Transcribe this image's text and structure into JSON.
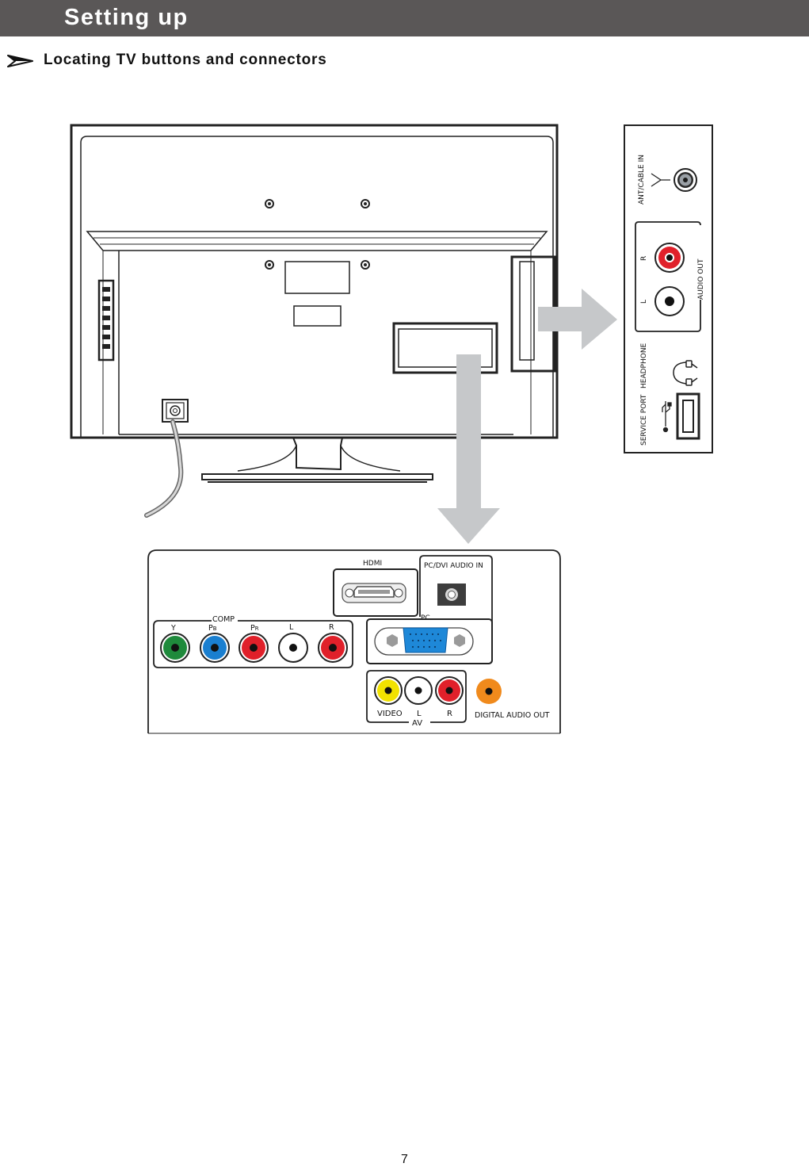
{
  "header": {
    "title": "Setting up"
  },
  "section": {
    "title": "Locating TV buttons and connectors"
  },
  "side_panel": {
    "ant_cable_in": "ANT/CABLE IN",
    "audio_out": "AUDIO OUT",
    "audio_r": "R",
    "audio_l": "L",
    "headphone": "HEADPHONE",
    "service_port": "SERVICE PORT"
  },
  "bottom_panel": {
    "hdmi": "HDMI",
    "pc_dvi_audio_in": "PC/DVI AUDIO IN",
    "pc": "PC",
    "comp": "COMP",
    "comp_y": "Y",
    "comp_pb": "P",
    "comp_pb_sub": "B",
    "comp_pr": "P",
    "comp_pr_sub": "R",
    "comp_l": "L",
    "comp_r": "R",
    "video": "VIDEO",
    "av_l": "L",
    "av_r": "R",
    "av": "AV",
    "digital_audio_out": "DIGITAL AUDIO OUT"
  },
  "colors": {
    "header_bg": "#5a5757",
    "jack_green": "#1f8a3c",
    "jack_blue": "#1a7fd0",
    "jack_red": "#e0202a",
    "jack_yellow": "#f2e200",
    "jack_orange": "#f08a1c",
    "vga_blue": "#1e88d8",
    "arrow_gray": "#c6c8ca"
  },
  "icons": [
    "section-arrow-icon",
    "antenna-icon",
    "headphone-icon",
    "usb-icon"
  ],
  "page": {
    "number": "7"
  }
}
